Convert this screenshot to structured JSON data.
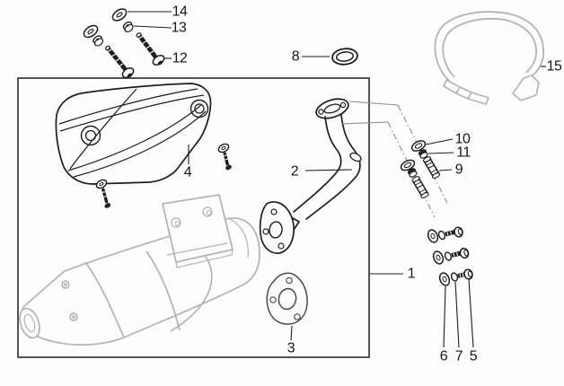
{
  "diagram": {
    "type": "exploded-parts-diagram",
    "subject": "exhaust-muffler-assembly",
    "colors": {
      "background": "#fdfdfd",
      "dark_line": "#1d1d1d",
      "muted_line": "#b3b3b3",
      "gasket_line": "#4a4a4a",
      "leader_line": "#1d1d1d",
      "reference_dash": "#8d8d8d"
    },
    "callouts": [
      {
        "label": "1",
        "part": "muffler-assembly"
      },
      {
        "label": "2",
        "part": "exhaust-pipe"
      },
      {
        "label": "3",
        "part": "exhaust-gasket"
      },
      {
        "label": "4",
        "part": "heat-shield"
      },
      {
        "label": "5",
        "part": "flange-bolt"
      },
      {
        "label": "6",
        "part": "plate-washer"
      },
      {
        "label": "7",
        "part": "washer"
      },
      {
        "label": "8",
        "part": "o-ring"
      },
      {
        "label": "9",
        "part": "stud-bolt"
      },
      {
        "label": "10",
        "part": "washer"
      },
      {
        "label": "11",
        "part": "nut"
      },
      {
        "label": "12",
        "part": "shield-bolt"
      },
      {
        "label": "13",
        "part": "nut"
      },
      {
        "label": "14",
        "part": "cup-washer"
      },
      {
        "label": "15",
        "part": "sensor-wire"
      }
    ]
  }
}
